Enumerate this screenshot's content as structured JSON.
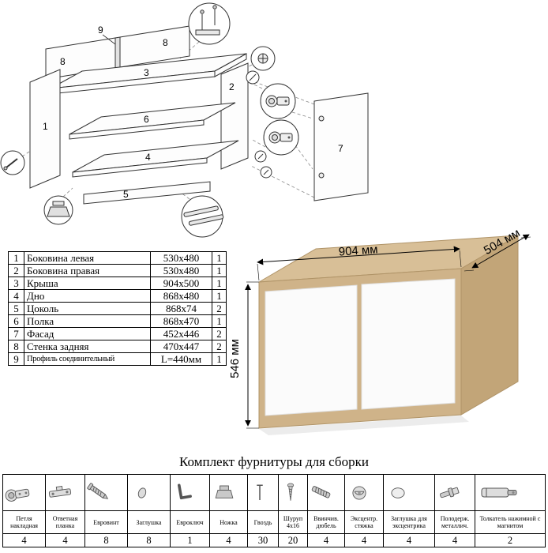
{
  "diagram": {
    "labels": {
      "l1": "1",
      "l2": "2",
      "l3": "3",
      "l4": "4",
      "l5": "5",
      "l6": "6",
      "l7": "7",
      "l8a": "8",
      "l8b": "8",
      "l9": "9"
    }
  },
  "render": {
    "dim_width": "904 мм",
    "dim_depth": "504 мм",
    "dim_height": "546 мм",
    "colors": {
      "wood_top": "#d8bf97",
      "wood_front": "#cfb389",
      "wood_side": "#c2a578",
      "door": "#fbfbfb"
    }
  },
  "parts_table": {
    "rows": [
      {
        "num": "1",
        "name": "Боковина левая",
        "size": "530x480",
        "qty": "1"
      },
      {
        "num": "2",
        "name": "Боковина правая",
        "size": "530x480",
        "qty": "1"
      },
      {
        "num": "3",
        "name": "Крыша",
        "size": "904x500",
        "qty": "1"
      },
      {
        "num": "4",
        "name": "Дно",
        "size": "868x480",
        "qty": "1"
      },
      {
        "num": "5",
        "name": "Цоколь",
        "size": "868x74",
        "qty": "2"
      },
      {
        "num": "6",
        "name": "Полка",
        "size": "868x470",
        "qty": "1"
      },
      {
        "num": "7",
        "name": "Фасад",
        "size": "452x446",
        "qty": "2"
      },
      {
        "num": "8",
        "name": "Стенка задняя",
        "size": "470x447",
        "qty": "2"
      },
      {
        "num": "9",
        "name": "Профиль соединительный",
        "size": "L=440мм",
        "qty": "1"
      }
    ]
  },
  "hardware": {
    "title": "Комплект фурнитуры для сборки",
    "items": [
      {
        "label": "Петля накладная",
        "qty": "4",
        "icon": "hinge-icon"
      },
      {
        "label": "Ответная планка",
        "qty": "4",
        "icon": "strike-plate-icon"
      },
      {
        "label": "Евровинт",
        "qty": "8",
        "icon": "confirmat-screw-icon"
      },
      {
        "label": "Заглушка",
        "qty": "8",
        "icon": "cap-icon"
      },
      {
        "label": "Евроключ",
        "qty": "1",
        "icon": "hex-key-icon"
      },
      {
        "label": "Ножка",
        "qty": "4",
        "icon": "foot-icon"
      },
      {
        "label": "Гвоздь",
        "qty": "30",
        "icon": "nail-icon"
      },
      {
        "label": "Шуруп 4x16",
        "qty": "20",
        "icon": "screw-icon"
      },
      {
        "label": "Ввинчив. дюбель",
        "qty": "4",
        "icon": "threaded-dowel-icon"
      },
      {
        "label": "Эксцентр. стяжка",
        "qty": "4",
        "icon": "cam-lock-icon"
      },
      {
        "label": "Заглушка для эксцентрика",
        "qty": "4",
        "icon": "cam-cap-icon"
      },
      {
        "label": "Полодерж. металлич.",
        "qty": "4",
        "icon": "shelf-support-icon"
      },
      {
        "label": "Толкатель нажимной с магнитом",
        "qty": "2",
        "icon": "push-latch-icon"
      }
    ]
  }
}
